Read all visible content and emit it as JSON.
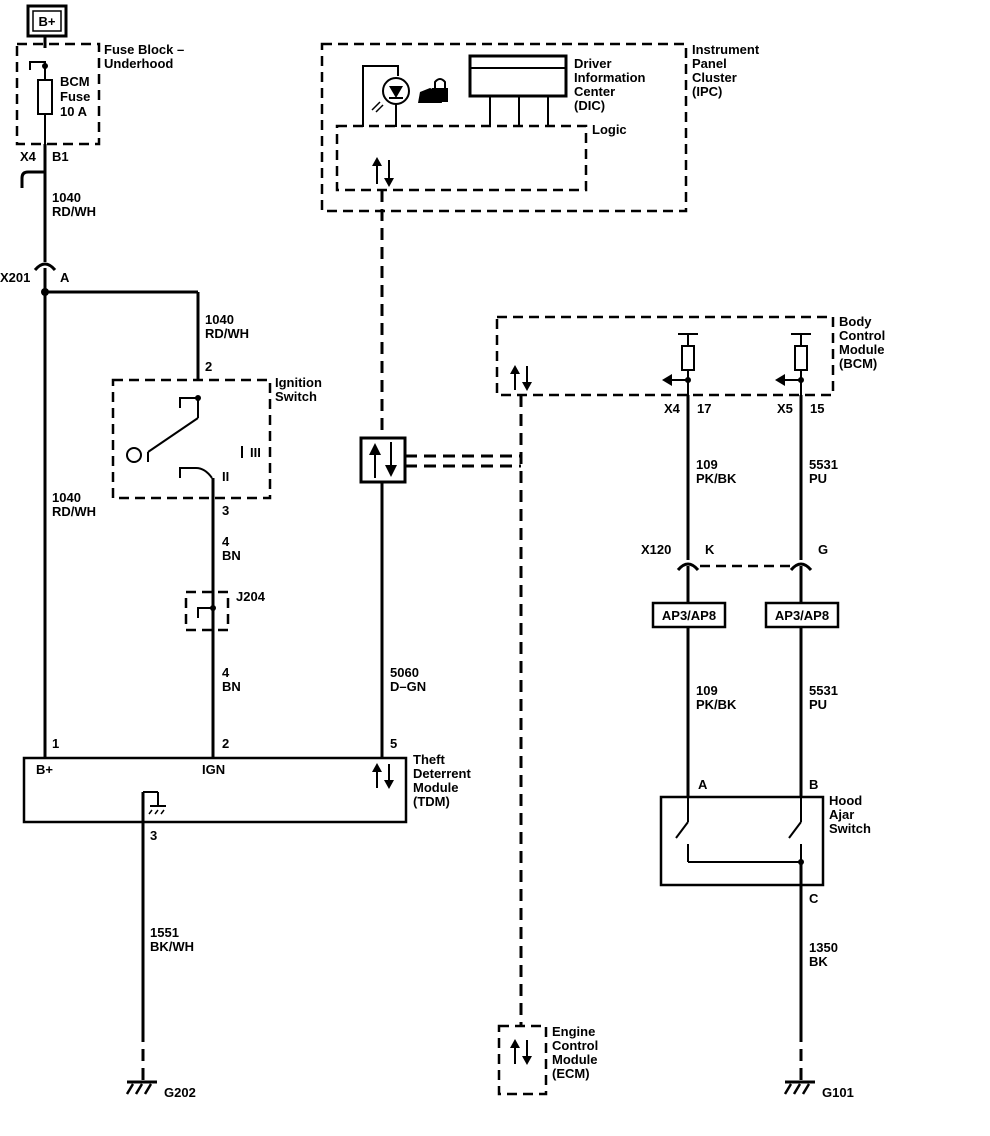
{
  "battery": {
    "label": "B+"
  },
  "fuse_block": {
    "title": [
      "Fuse Block –",
      "Underhood"
    ],
    "fuse": [
      "BCM",
      "Fuse",
      "10 A"
    ],
    "conn_x4": "X4",
    "conn_b1": "B1"
  },
  "wires": {
    "w1040_top": [
      "1040",
      "RD/WH"
    ],
    "w1040_ign": [
      "1040",
      "RD/WH"
    ],
    "w1040_left": [
      "1040",
      "RD/WH"
    ],
    "w4bn_upper": [
      "4",
      "BN"
    ],
    "w4bn_lower": [
      "4",
      "BN"
    ],
    "w5060": [
      "5060",
      "D–GN"
    ],
    "w1551": [
      "1551",
      "BK/WH"
    ],
    "w109_upper": [
      "109",
      "PK/BK"
    ],
    "w109_lower": [
      "109",
      "PK/BK"
    ],
    "w5531_upper": [
      "5531",
      "PU"
    ],
    "w5531_lower": [
      "5531",
      "PU"
    ],
    "w1350": [
      "1350",
      "BK"
    ]
  },
  "x201": {
    "connector": "X201",
    "pin": "A"
  },
  "ignition_switch": {
    "title": [
      "Ignition",
      "Switch"
    ],
    "pin_top": "2",
    "pin_bottom": "3",
    "pos_ii": "II",
    "pos_iii": "III"
  },
  "splice": {
    "label": "J204"
  },
  "ipc": {
    "title": [
      "Instrument",
      "Panel",
      "Cluster",
      "(IPC)"
    ],
    "dic": [
      "Driver",
      "Information",
      "Center",
      "(DIC)"
    ],
    "logic": "Logic"
  },
  "bcm": {
    "title": [
      "Body",
      "Control",
      "Module",
      "(BCM)"
    ],
    "conn_x4": "X4",
    "pin_17": "17",
    "conn_x5": "X5",
    "pin_15": "15"
  },
  "x120": {
    "connector": "X120",
    "pin_k": "K",
    "pin_g": "G"
  },
  "option_labels": {
    "left": "AP3/AP8",
    "right": "AP3/AP8"
  },
  "tdm": {
    "title": [
      "Theft",
      "Deterrent",
      "Module",
      "(TDM)"
    ],
    "pin_1": "1",
    "pin_2": "2",
    "pin_5": "5",
    "pin_3": "3",
    "lbl_bplus": "B+",
    "lbl_ign": "IGN"
  },
  "hood_switch": {
    "title": [
      "Hood",
      "Ajar",
      "Switch"
    ],
    "pin_a": "A",
    "pin_b": "B",
    "pin_c": "C"
  },
  "ecm": {
    "title": [
      "Engine",
      "Control",
      "Module",
      "(ECM)"
    ]
  },
  "grounds": {
    "g202": "G202",
    "g101": "G101"
  }
}
